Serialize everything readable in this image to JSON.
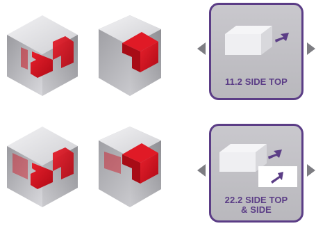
{
  "options": [
    {
      "label_line1": "11.2 SIDE TOP",
      "label_line2": ""
    },
    {
      "label_line1": "22.2 SIDE TOP",
      "label_line2": "& SIDE"
    }
  ],
  "colors": {
    "accent": "#5b3d86",
    "seal_red": "#d0101e",
    "card_bg": "#c3c2c7",
    "nav_arrow": "#7d7d82"
  },
  "icons": [
    "cube-front-view-icon",
    "cube-angled-view-icon",
    "box-with-arrow-icon",
    "chevron-left-icon",
    "chevron-right-icon"
  ]
}
